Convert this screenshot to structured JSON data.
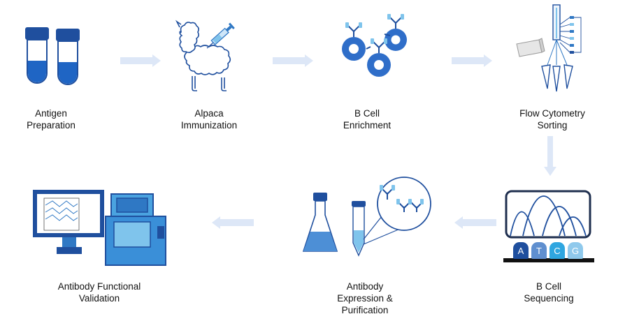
{
  "steps": [
    {
      "id": "antigen",
      "label_lines": [
        "Antigen",
        "Preparation"
      ]
    },
    {
      "id": "alpaca",
      "label_lines": [
        "Alpaca",
        "Immunization"
      ]
    },
    {
      "id": "bcell",
      "label_lines": [
        "B Cell",
        "Enrichment"
      ]
    },
    {
      "id": "flow",
      "label_lines": [
        "Flow Cytometry",
        "Sorting"
      ]
    },
    {
      "id": "seq",
      "label_lines": [
        "B Cell",
        "Sequencing"
      ]
    },
    {
      "id": "expr",
      "label_lines": [
        "Antibody",
        "Expression &",
        "Purification"
      ]
    },
    {
      "id": "valid",
      "label_lines": [
        "Antibody Functional",
        "Validation"
      ]
    }
  ],
  "sequencing_bases": [
    "A",
    "T",
    "C",
    "G"
  ],
  "colors": {
    "dark_blue": "#1f4f9e",
    "mid_blue": "#2f78c4",
    "light_blue": "#7fc4ec",
    "arrow": "#dde7f7"
  }
}
